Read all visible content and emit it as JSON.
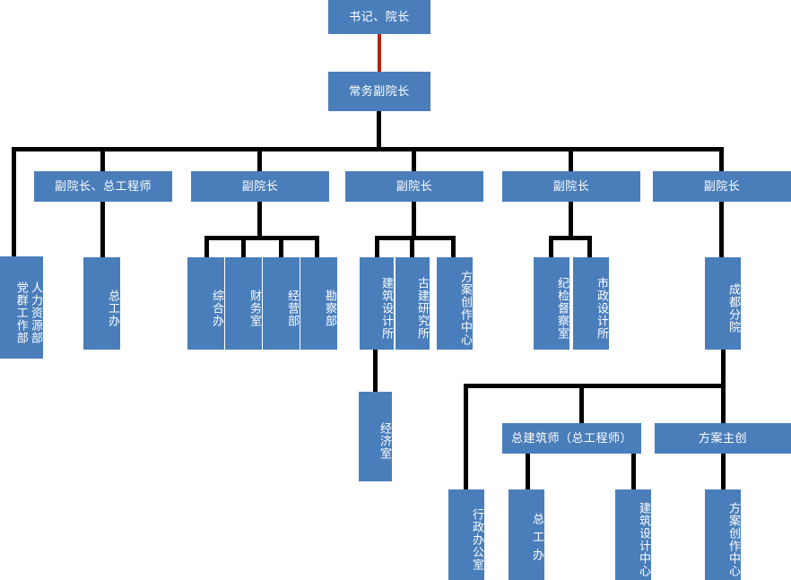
{
  "chart_data": {
    "type": "diagram",
    "title": "",
    "diagram_kind": "organization-chart",
    "orientation": "top-down",
    "colors": {
      "node_fill": "#4a7ebb",
      "node_text": "#ffffff",
      "connector": "#000000",
      "connector_highlight": "#b02418",
      "background": "#ffffff"
    },
    "nodes": [
      {
        "id": "n1",
        "label": "书记、院长",
        "level": 0
      },
      {
        "id": "n2",
        "label": "常务副院长",
        "level": 1
      },
      {
        "id": "n3",
        "label": "副院长、总工程师",
        "level": 2
      },
      {
        "id": "n4",
        "label": "副院长",
        "level": 2
      },
      {
        "id": "n5",
        "label": "副院长",
        "level": 2
      },
      {
        "id": "n6",
        "label": "副院长",
        "level": 2
      },
      {
        "id": "n7",
        "label": "副院长",
        "level": 2
      },
      {
        "id": "n8",
        "label": "人力资源部",
        "level": 3
      },
      {
        "id": "n9",
        "label": "党群工作部",
        "level": 3
      },
      {
        "id": "n10",
        "label": "总工办",
        "level": 3
      },
      {
        "id": "n11",
        "label": "综合办",
        "level": 3
      },
      {
        "id": "n12",
        "label": "财务室",
        "level": 3
      },
      {
        "id": "n13",
        "label": "经营部",
        "level": 3
      },
      {
        "id": "n14",
        "label": "勘察部",
        "level": 3
      },
      {
        "id": "n15",
        "label": "建筑设计所",
        "level": 3
      },
      {
        "id": "n16",
        "label": "古建研究所",
        "level": 3
      },
      {
        "id": "n17",
        "label": "方案创作中心",
        "level": 3
      },
      {
        "id": "n18",
        "label": "纪检督察室",
        "level": 3
      },
      {
        "id": "n19",
        "label": "市政设计所",
        "level": 3
      },
      {
        "id": "n20",
        "label": "成都分院",
        "level": 3
      },
      {
        "id": "n21",
        "label": "经济室",
        "level": 4
      },
      {
        "id": "n22",
        "label": "总建筑师（总工程师）",
        "level": 4
      },
      {
        "id": "n23",
        "label": "方案主创",
        "level": 4
      },
      {
        "id": "n24",
        "label": "行政办公室",
        "level": 5
      },
      {
        "id": "n25",
        "label": "总工办",
        "level": 5
      },
      {
        "id": "n26",
        "label": "建筑设计中心",
        "level": 5
      },
      {
        "id": "n27",
        "label": "方案创作中心",
        "level": 5
      }
    ],
    "edges": [
      {
        "from": "n1",
        "to": "n2",
        "style": "highlight"
      },
      {
        "from": "n2",
        "to": "n3"
      },
      {
        "from": "n2",
        "to": "n4"
      },
      {
        "from": "n2",
        "to": "n5"
      },
      {
        "from": "n2",
        "to": "n6"
      },
      {
        "from": "n2",
        "to": "n7"
      },
      {
        "from": "n2",
        "to": "n8"
      },
      {
        "from": "n3",
        "to": "n10"
      },
      {
        "from": "n4",
        "to": "n11"
      },
      {
        "from": "n4",
        "to": "n12"
      },
      {
        "from": "n4",
        "to": "n13"
      },
      {
        "from": "n4",
        "to": "n14"
      },
      {
        "from": "n5",
        "to": "n15"
      },
      {
        "from": "n5",
        "to": "n16"
      },
      {
        "from": "n5",
        "to": "n17"
      },
      {
        "from": "n6",
        "to": "n18"
      },
      {
        "from": "n6",
        "to": "n19"
      },
      {
        "from": "n7",
        "to": "n20"
      },
      {
        "from": "n15",
        "to": "n21"
      },
      {
        "from": "n20",
        "to": "n24"
      },
      {
        "from": "n20",
        "to": "n22"
      },
      {
        "from": "n20",
        "to": "n23"
      },
      {
        "from": "n22",
        "to": "n25"
      },
      {
        "from": "n22",
        "to": "n26"
      },
      {
        "from": "n23",
        "to": "n27"
      }
    ]
  },
  "boxes": {
    "secretary_president": "书记、院长",
    "executive_vp": "常务副院长",
    "vp_chief_engineer": "副院长、总工程师",
    "vp_2": "副院长",
    "vp_3": "副院长",
    "vp_4": "副院长",
    "vp_5": "副院长",
    "hr_and_party": "人力资源部\n党群工作部",
    "chief_engineer_office": "总工办",
    "general_office": "综合办",
    "finance_office": "财务室",
    "operations_dept": "经营部",
    "survey_dept": "勘察部",
    "architectural_design_institute": "建筑设计所",
    "ancient_architecture_institute": "古建研究所",
    "scheme_creation_center": "方案创作中心",
    "discipline_inspection_office": "纪检督察室",
    "municipal_design_institute": "市政设计所",
    "chengdu_branch": "成都分院",
    "economics_office": "经济室",
    "chief_architect": "总建筑师（总工程师）",
    "scheme_lead": "方案主创",
    "admin_office": "行政办公室",
    "chief_engineer_office_cd": "总工办",
    "architectural_design_center": "建筑设计中心",
    "scheme_creation_center_cd": "方案创作中心"
  }
}
